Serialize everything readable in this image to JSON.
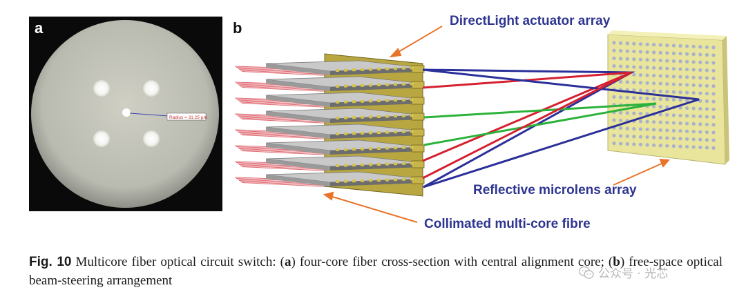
{
  "panel_a": {
    "letter": "a",
    "radius_label": "Radius = 31.25 µm"
  },
  "panel_b": {
    "letter": "b",
    "callouts": {
      "actuator": "DirectLight actuator array",
      "microlens": "Reflective microlens array",
      "fibre": "Collimated multi-core fibre"
    }
  },
  "caption": {
    "fig_label": "Fig. 10",
    "text_1": " Multicore fiber optical circuit switch: (",
    "bold_a": "a",
    "text_2": ") four-core fiber cross-section with central alignment core; (",
    "bold_b": "b",
    "text_3": ") free-space optical beam-steering arrangement"
  },
  "watermark": {
    "icon": "wechat-icon",
    "text": "公众号 · 光芯"
  },
  "colors": {
    "callout_text": "#2e3591",
    "beam_red": "#d42030",
    "beam_blue": "#2a2f9a",
    "beam_green": "#2bb23a",
    "arrow_orange": "#e8742a",
    "actuator_frame": "#8a7a20",
    "microlens_panel": "#e6e29a"
  }
}
